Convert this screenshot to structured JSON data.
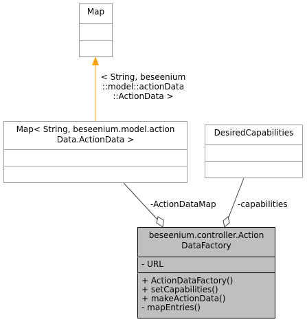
{
  "classes": {
    "map": {
      "name": "Map"
    },
    "map_template": {
      "name_line1": "Map< String, beseenium.model.action",
      "name_line2": "Data.ActionData >"
    },
    "desired_capabilities": {
      "name": "DesiredCapabilities"
    },
    "action_data_factory": {
      "name_line1": "beseenium.controller.Action",
      "name_line2": "DataFactory",
      "attributes": [
        "- URL"
      ],
      "methods": [
        "+ ActionDataFactory()",
        "+ setCapabilities()",
        "+ makeActionData()",
        "- mapEntries()"
      ]
    }
  },
  "relations": {
    "template_binding": {
      "line1": "< String, beseenium",
      "line2": "::model::actionData",
      "line3": "::ActionData >"
    },
    "action_data_map": {
      "label": "-ActionDataMap"
    },
    "capabilities": {
      "label": "-capabilities"
    }
  },
  "colors": {
    "template_arrow": "#ffa500",
    "association": "#404040",
    "main_class_fill": "#bfbfbf"
  }
}
